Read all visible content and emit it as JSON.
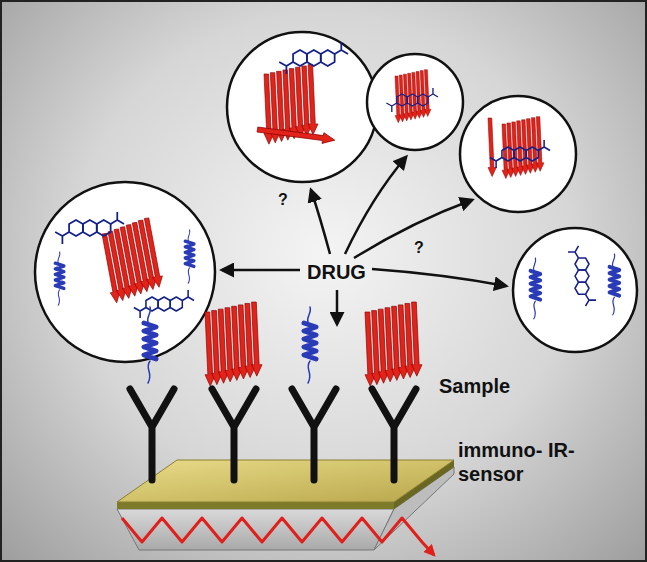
{
  "diagram": {
    "labels": [
      "DRUG",
      "?",
      "?",
      "Sample",
      "immuno- IR-sensor"
    ]
  }
}
